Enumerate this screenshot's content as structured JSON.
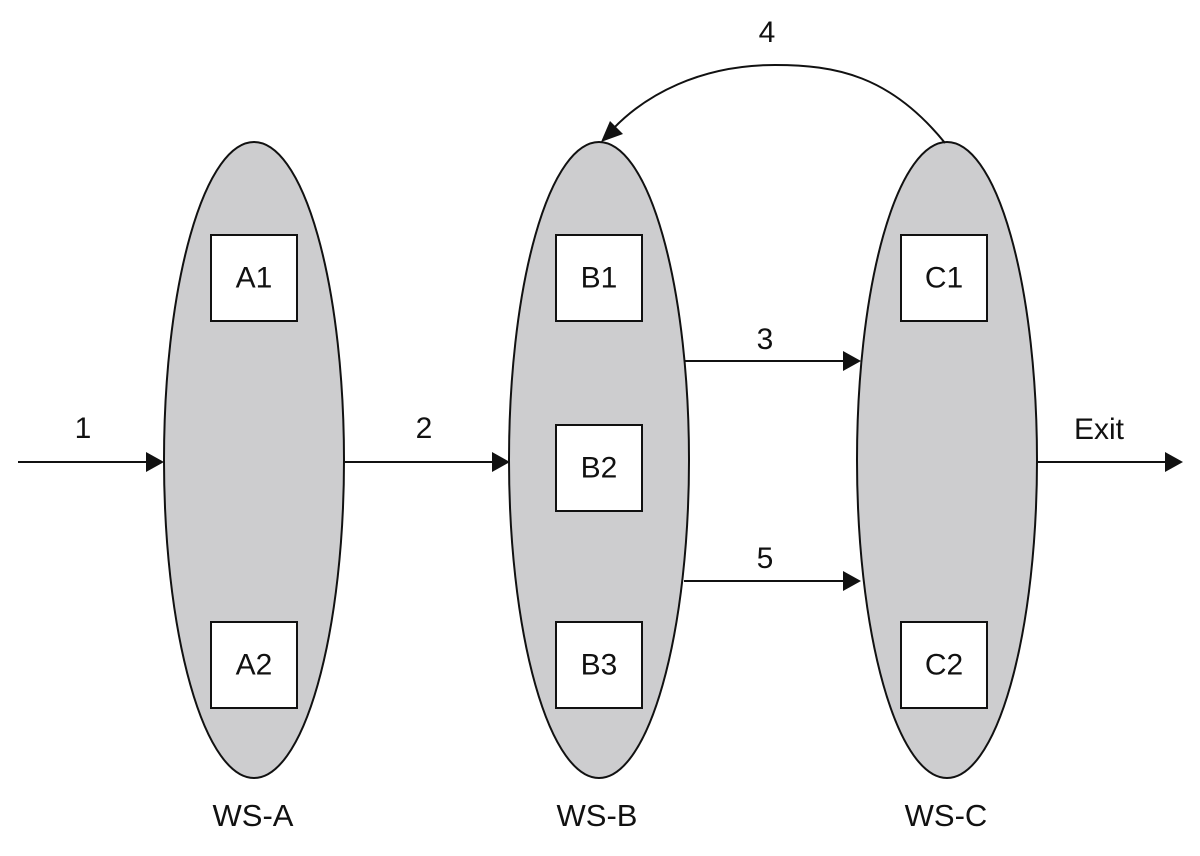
{
  "workstations": [
    {
      "label": "WS-A",
      "machines": [
        "A1",
        "A2"
      ]
    },
    {
      "label": "WS-B",
      "machines": [
        "B1",
        "B2",
        "B3"
      ]
    },
    {
      "label": "WS-C",
      "machines": [
        "C1",
        "C2"
      ]
    }
  ],
  "flows": {
    "entry": "1",
    "a_to_b": "2",
    "b_to_c_upper": "3",
    "c_to_b_return": "4",
    "b_to_c_lower": "5",
    "exit": "Exit"
  },
  "colors": {
    "station_fill": "#cdcdcf",
    "stroke": "#111111",
    "machine_fill": "#ffffff"
  }
}
